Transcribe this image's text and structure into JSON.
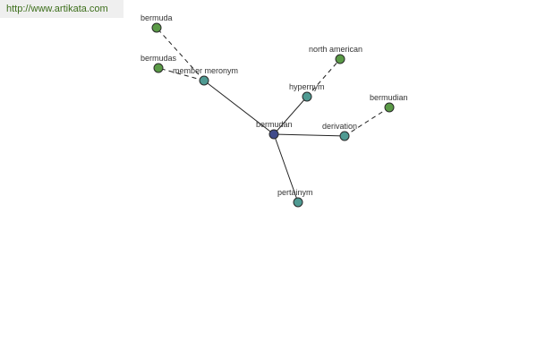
{
  "header": {
    "url": "http://www.artikata.com"
  },
  "colors": {
    "center_node": "#3f4a8a",
    "relation_node": "#4f9a92",
    "word_node": "#5a9a46",
    "node_stroke": "#2a2a2a"
  },
  "graph": {
    "nodes": [
      {
        "id": "bermudan",
        "label": "bermudan",
        "kind": "center"
      },
      {
        "id": "member-meronym",
        "label": "member meronym",
        "kind": "relation"
      },
      {
        "id": "hypernym",
        "label": "hypernym",
        "kind": "relation"
      },
      {
        "id": "derivation",
        "label": "derivation",
        "kind": "relation"
      },
      {
        "id": "pertainym",
        "label": "pertainym",
        "kind": "relation"
      },
      {
        "id": "bermuda",
        "label": "bermuda",
        "kind": "word"
      },
      {
        "id": "bermudas",
        "label": "bermudas",
        "kind": "word"
      },
      {
        "id": "north-american",
        "label": "north american",
        "kind": "word"
      },
      {
        "id": "bermudian",
        "label": "bermudian",
        "kind": "word"
      }
    ],
    "edges": [
      {
        "from": "bermudan",
        "to": "member-meronym",
        "style": "solid"
      },
      {
        "from": "bermudan",
        "to": "hypernym",
        "style": "solid"
      },
      {
        "from": "bermudan",
        "to": "derivation",
        "style": "solid"
      },
      {
        "from": "bermudan",
        "to": "pertainym",
        "style": "solid"
      },
      {
        "from": "member-meronym",
        "to": "bermuda",
        "style": "dashed"
      },
      {
        "from": "member-meronym",
        "to": "bermudas",
        "style": "dashed"
      },
      {
        "from": "hypernym",
        "to": "north-american",
        "style": "dashed"
      },
      {
        "from": "derivation",
        "to": "bermudian",
        "style": "dashed"
      }
    ]
  }
}
